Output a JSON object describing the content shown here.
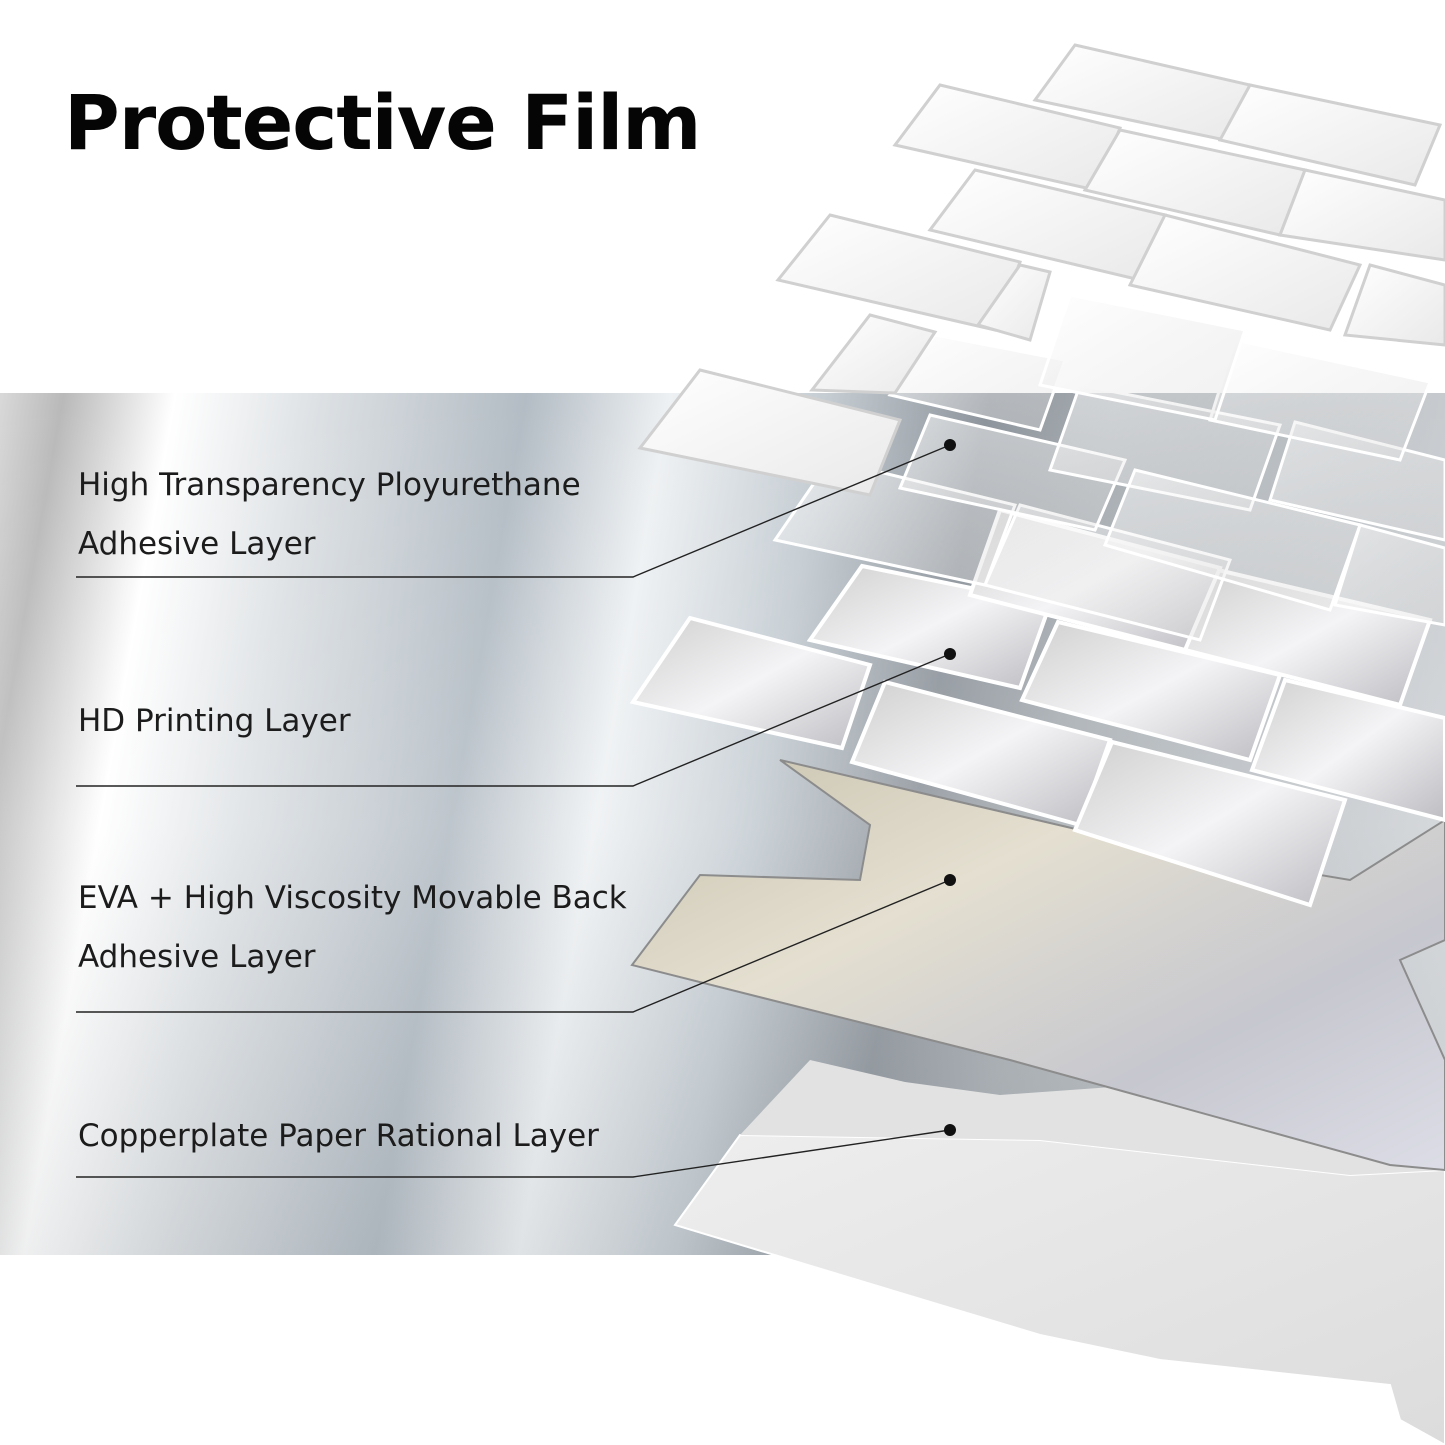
{
  "title": "Protective Film",
  "layers": [
    {
      "lines": [
        "High Transparency Ployurethane",
        "Adhesive Layer"
      ]
    },
    {
      "lines": [
        "HD Printing Layer"
      ]
    },
    {
      "lines": [
        "EVA + High Viscosity Movable Back",
        "Adhesive Layer"
      ]
    },
    {
      "lines": [
        "Copperplate Paper Rational Layer"
      ]
    }
  ]
}
